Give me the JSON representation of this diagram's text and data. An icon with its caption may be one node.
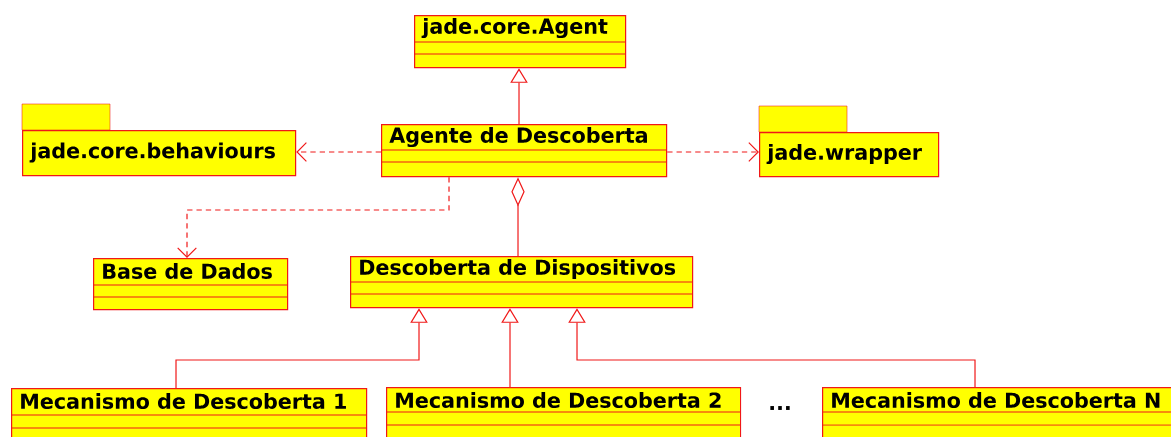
{
  "diagram": {
    "nodes": [
      {
        "text": [
          "jade.core.Agent"
        ]
      },
      {
        "text": [
          "jade.core.behaviours"
        ]
      },
      {
        "text": [
          "Agente de Descoberta"
        ]
      },
      {
        "text": [
          "jade.wrapper"
        ]
      },
      {
        "text": [
          "Base de Dados"
        ]
      },
      {
        "text": [
          "Descoberta de Dispositivos"
        ]
      },
      {
        "text": [
          "Mecanismo de Descoberta 1"
        ]
      },
      {
        "text": [
          "Mecanismo de Descoberta 2"
        ]
      },
      {
        "text": [
          "Mecanismo de Descoberta N"
        ]
      }
    ],
    "edges": [
      {
        "from": 2,
        "to": 0,
        "arrow": "to"
      },
      {
        "from": 2,
        "to": 1,
        "arrow": "to",
        "style": "dashed"
      },
      {
        "from": 2,
        "to": 3,
        "arrow": "to",
        "style": "dashed"
      },
      {
        "from": 2,
        "to": 4,
        "arrow": "to",
        "style": "dashed"
      },
      {
        "from": 5,
        "to": 2,
        "arrow": "other"
      },
      {
        "from": 6,
        "to": 5,
        "arrow": "to"
      },
      {
        "from": 7,
        "to": 5,
        "arrow": "to"
      },
      {
        "from": 8,
        "to": 5,
        "arrow": "to"
      }
    ],
    "labels": [
      "..."
    ]
  }
}
